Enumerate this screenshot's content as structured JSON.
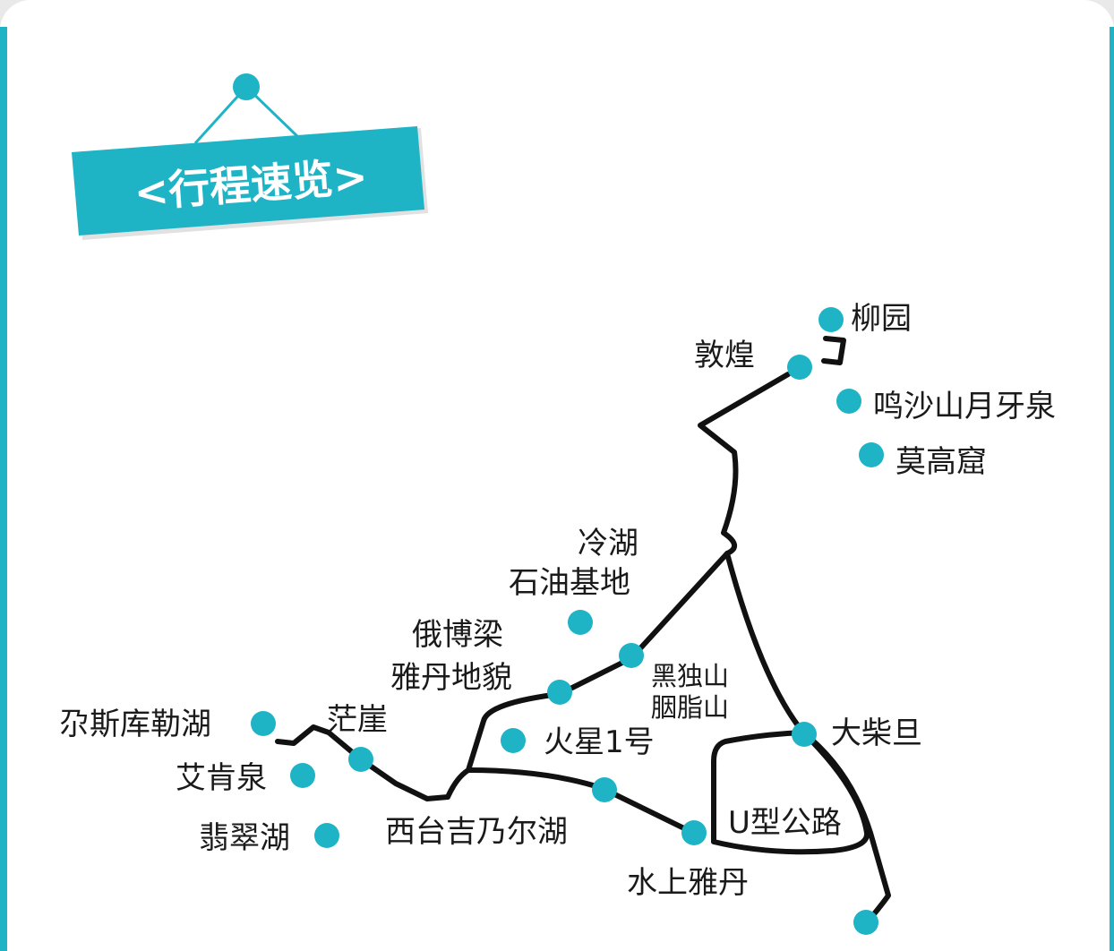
{
  "title": "<行程速览>",
  "colors": {
    "accent": "#1fb3c6",
    "route": "#111111",
    "text": "#1a1a1a"
  },
  "places": [
    {
      "id": "liuyuan",
      "label": "柳园"
    },
    {
      "id": "dunhuang",
      "label": "敦煌"
    },
    {
      "id": "mingsha",
      "label": "鸣沙山月牙泉"
    },
    {
      "id": "mogao",
      "label": "莫高窟"
    },
    {
      "id": "lenghu",
      "label": "冷湖"
    },
    {
      "id": "shiyou",
      "label": "石油基地"
    },
    {
      "id": "eboliang",
      "label": "俄博梁"
    },
    {
      "id": "yadan",
      "label": "雅丹地貌"
    },
    {
      "id": "heidushan",
      "label": "黑独山"
    },
    {
      "id": "yanzhishan",
      "label": "胭脂山"
    },
    {
      "id": "ersikule",
      "label": "尕斯库勒湖"
    },
    {
      "id": "mangya",
      "label": "茫崖"
    },
    {
      "id": "huoxing",
      "label": "火星1号"
    },
    {
      "id": "dachaidan",
      "label": "大柴旦"
    },
    {
      "id": "aikenquan",
      "label": "艾肯泉"
    },
    {
      "id": "feicui",
      "label": "翡翠湖"
    },
    {
      "id": "xitai",
      "label": "西台吉乃尔湖"
    },
    {
      "id": "ushape",
      "label": "U型公路"
    },
    {
      "id": "shuishang",
      "label": "水上雅丹"
    }
  ]
}
